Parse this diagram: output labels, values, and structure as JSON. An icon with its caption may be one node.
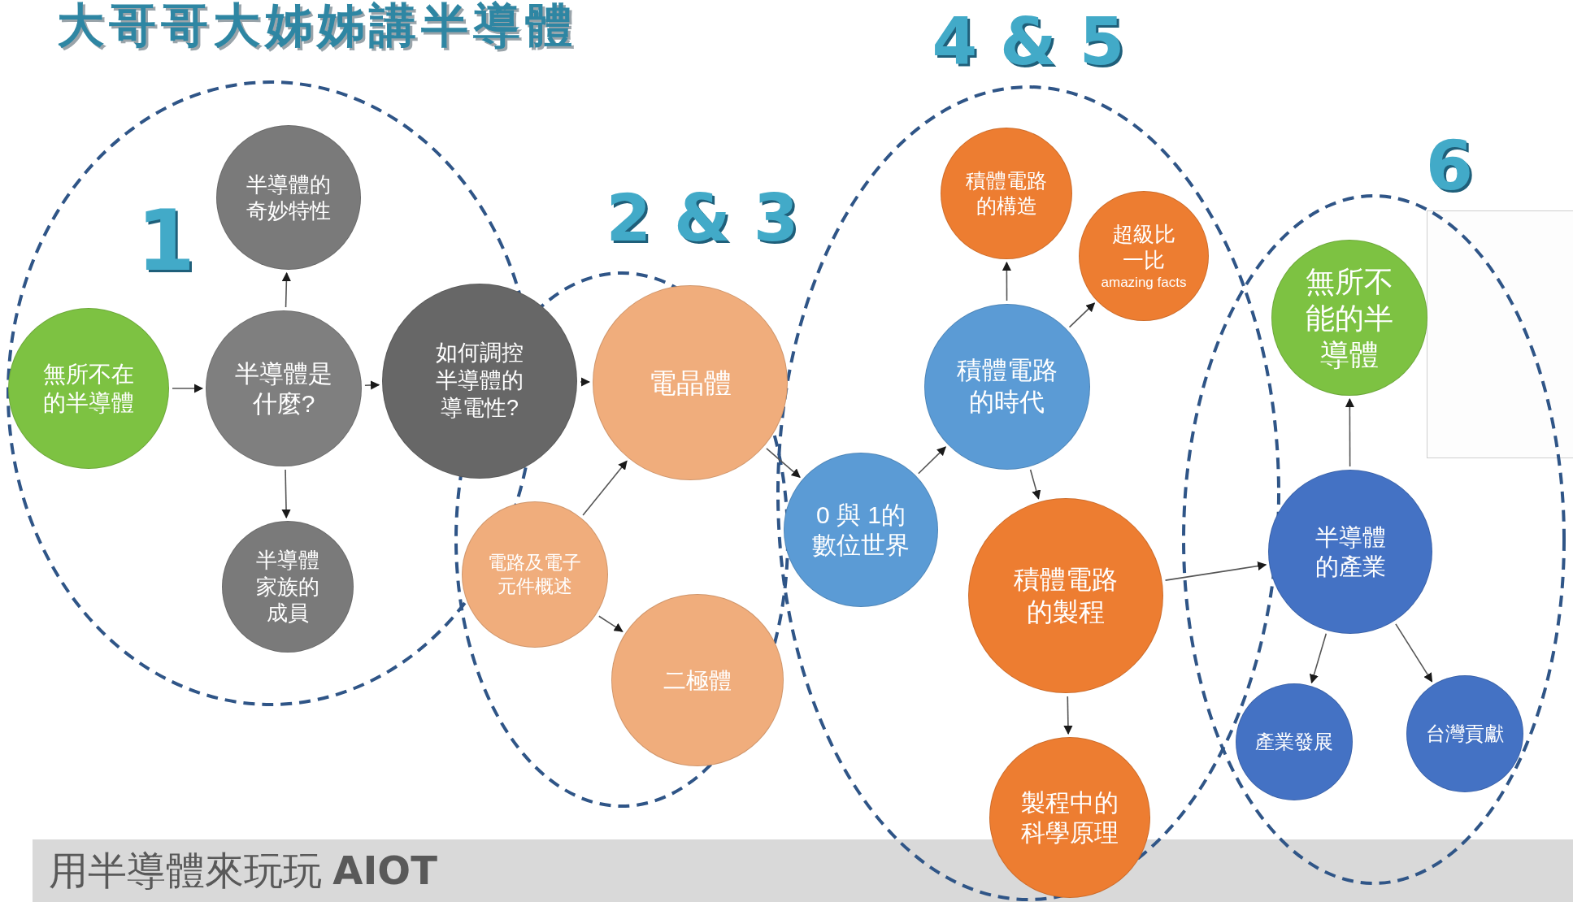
{
  "diagram": {
    "title": "大哥哥大姊姊講半導體",
    "nodes": [
      {
        "text": [
          "無所不在的半導體"
        ]
      },
      {
        "text": [
          "半導體是什麼?"
        ]
      },
      {
        "text": [
          "半導體的奇妙特性"
        ]
      },
      {
        "text": [
          "半導體家族的成員"
        ]
      },
      {
        "text": [
          "如何調控半導體的導電性?"
        ]
      },
      {
        "text": [
          "電晶體"
        ]
      },
      {
        "text": [
          "電路及電子元件概述"
        ]
      },
      {
        "text": [
          "二極體"
        ]
      },
      {
        "text": [
          "0 與 1的數位世界"
        ]
      },
      {
        "text": [
          "積體電路的時代"
        ]
      },
      {
        "text": [
          "積體電路的構造"
        ]
      },
      {
        "text": [
          "超級比一比",
          "amazing facts"
        ]
      },
      {
        "text": [
          "積體電路的製程"
        ]
      },
      {
        "text": [
          "製程中的科學原理"
        ]
      },
      {
        "text": [
          "無所不能的半導體"
        ]
      },
      {
        "text": [
          "半導體的產業"
        ]
      },
      {
        "text": [
          "產業發展"
        ]
      },
      {
        "text": [
          "台灣貢獻"
        ]
      }
    ],
    "edges": [
      {
        "from": 0,
        "to": 1,
        "arrow": "to"
      },
      {
        "from": 1,
        "to": 2,
        "arrow": "to"
      },
      {
        "from": 1,
        "to": 3,
        "arrow": "to"
      },
      {
        "from": 1,
        "to": 4,
        "arrow": "to"
      },
      {
        "from": 4,
        "to": 5,
        "arrow": "to"
      },
      {
        "from": 6,
        "to": 5,
        "arrow": "to"
      },
      {
        "from": 6,
        "to": 7,
        "arrow": "to"
      },
      {
        "from": 5,
        "to": 8,
        "arrow": "to"
      },
      {
        "from": 8,
        "to": 9,
        "arrow": "to"
      },
      {
        "from": 9,
        "to": 10,
        "arrow": "to"
      },
      {
        "from": 9,
        "to": 11,
        "arrow": "to"
      },
      {
        "from": 9,
        "to": 12,
        "arrow": "to"
      },
      {
        "from": 12,
        "to": 13,
        "arrow": "to"
      },
      {
        "from": 12,
        "to": 15,
        "arrow": "to"
      },
      {
        "from": 15,
        "to": 14,
        "arrow": "to"
      },
      {
        "from": 15,
        "to": 16,
        "arrow": "to"
      },
      {
        "from": 15,
        "to": 17,
        "arrow": "to"
      }
    ],
    "labels": [
      "1",
      "2 & 3",
      "4 & 5",
      "6",
      "用半導體來玩玩 **AIOT**"
    ]
  }
}
